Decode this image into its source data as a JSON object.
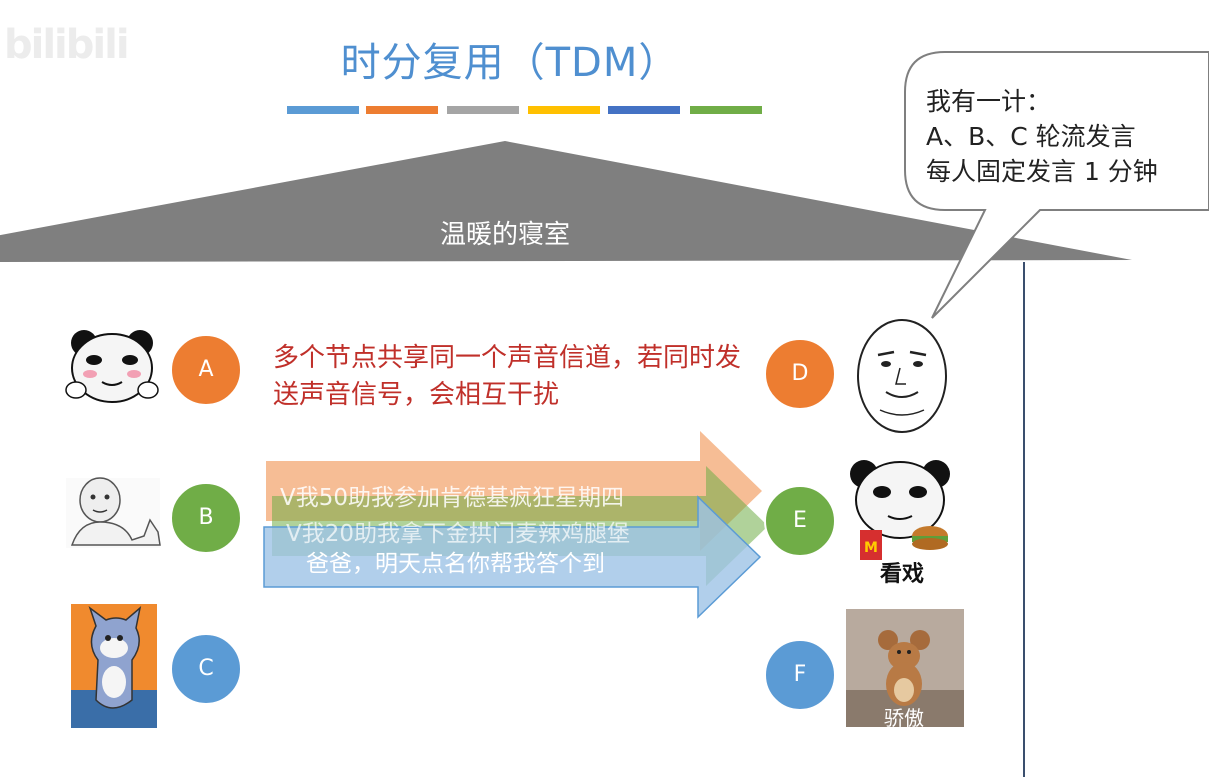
{
  "title": "时分复用（TDM）",
  "watermark": "bilibili",
  "room_label": "温暖的寝室",
  "speech_bubble": {
    "lines": [
      "我有一计：",
      "A、B、C 轮流发言",
      "每人固定发言 1 分钟"
    ]
  },
  "warning_text": "多个节点共享同一个声音信道，若同时发送声音信号，会相互干扰",
  "title_bar_colors": [
    "#5b9bd5",
    "#ed7d31",
    "#a5a5a5",
    "#ffc000",
    "#4472c4",
    "#70ad47"
  ],
  "nodes": [
    {
      "label": "A",
      "color": "#ed7d31",
      "side": "left"
    },
    {
      "label": "B",
      "color": "#70ad47",
      "side": "left"
    },
    {
      "label": "C",
      "color": "#5b9bd5",
      "side": "left"
    },
    {
      "label": "D",
      "color": "#ed7d31",
      "side": "right"
    },
    {
      "label": "E",
      "color": "#70ad47",
      "side": "right"
    },
    {
      "label": "F",
      "color": "#5b9bd5",
      "side": "right"
    }
  ],
  "messages": [
    {
      "text": "V我50助我参加肯德基疯狂星期四",
      "color": "#f4b183"
    },
    {
      "text": "V我20助我拿下金拱门麦辣鸡腿堡",
      "color": "#a9d18e"
    },
    {
      "text": "爸爸，明天点名你帮我答个到",
      "color": "#9dc3e6"
    }
  ],
  "meme_captions": {
    "e": "看戏",
    "f": "骄傲"
  }
}
